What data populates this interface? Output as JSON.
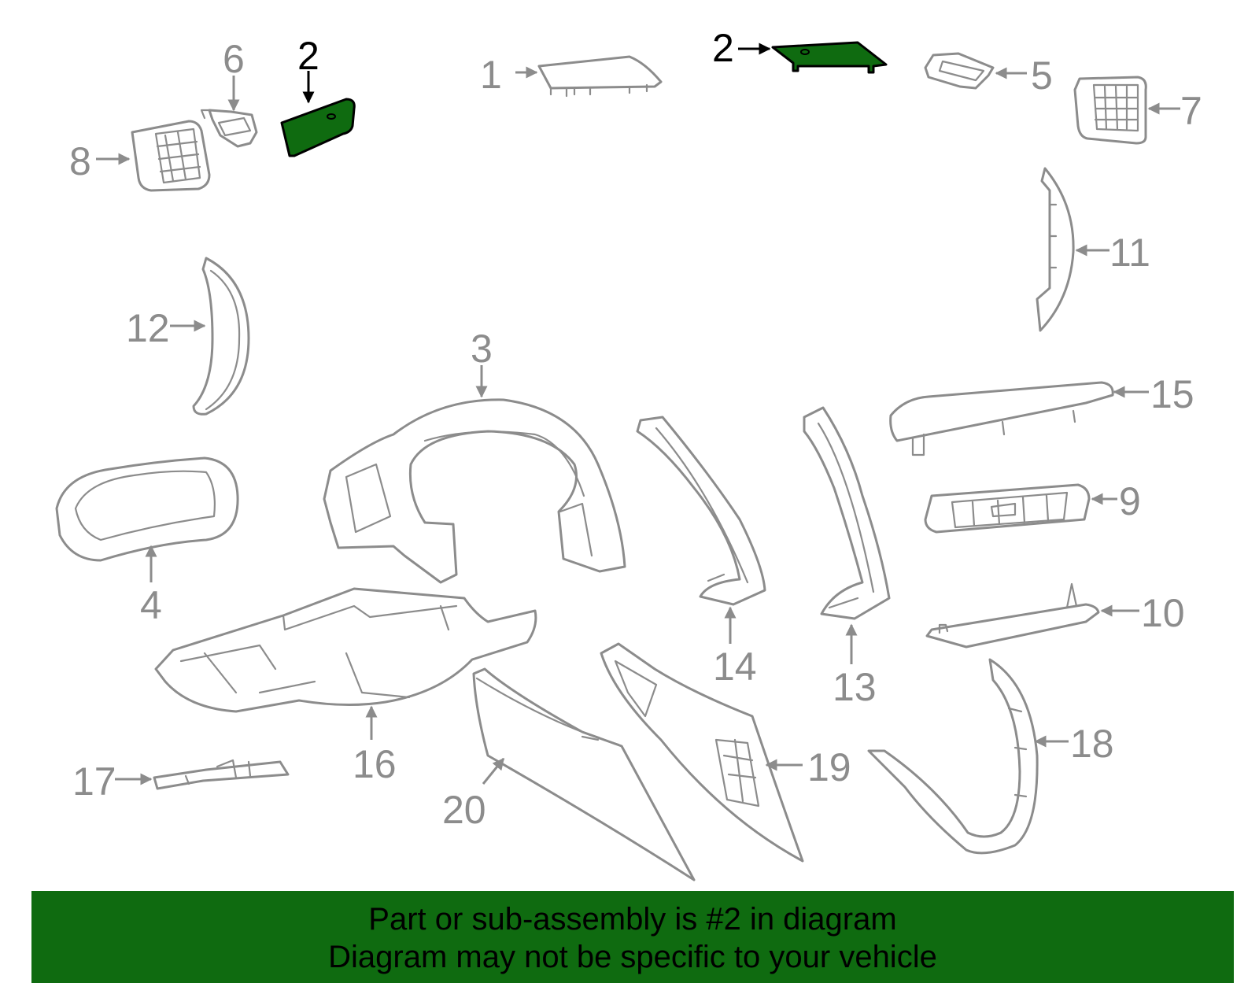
{
  "diagram": {
    "highlight_color": "#0f6b10",
    "part_color": "#8c8c8c",
    "callouts": [
      {
        "id": "1",
        "label": "1"
      },
      {
        "id": "2a",
        "label": "2",
        "highlighted": true
      },
      {
        "id": "2b",
        "label": "2",
        "highlighted": true
      },
      {
        "id": "3",
        "label": "3"
      },
      {
        "id": "4",
        "label": "4"
      },
      {
        "id": "5",
        "label": "5"
      },
      {
        "id": "6",
        "label": "6"
      },
      {
        "id": "7",
        "label": "7"
      },
      {
        "id": "8",
        "label": "8"
      },
      {
        "id": "9",
        "label": "9"
      },
      {
        "id": "10",
        "label": "10"
      },
      {
        "id": "11",
        "label": "11"
      },
      {
        "id": "12",
        "label": "12"
      },
      {
        "id": "13",
        "label": "13"
      },
      {
        "id": "14",
        "label": "14"
      },
      {
        "id": "15",
        "label": "15"
      },
      {
        "id": "16",
        "label": "16"
      },
      {
        "id": "17",
        "label": "17"
      },
      {
        "id": "18",
        "label": "18"
      },
      {
        "id": "19",
        "label": "19"
      },
      {
        "id": "20",
        "label": "20"
      }
    ]
  },
  "banner": {
    "line1": "Part or sub-assembly is #2 in diagram",
    "line2": "Diagram may not be specific to your vehicle"
  }
}
